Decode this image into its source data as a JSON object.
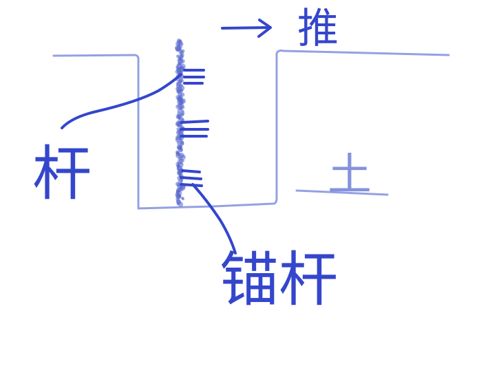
{
  "colors": {
    "ink": "#3446cc",
    "thin_ink": "#7080d8",
    "dot_ink": "#5566cc",
    "background": "#ffffff"
  },
  "labels": {
    "left_char": "杆",
    "arrow_char": "推",
    "right_char": "土",
    "bottom_char": "锚杆"
  },
  "elements": [
    "excavation-outline",
    "retaining-wall",
    "anchor-groups",
    "pointer-lines",
    "push-arrow",
    "soil-level-line"
  ]
}
